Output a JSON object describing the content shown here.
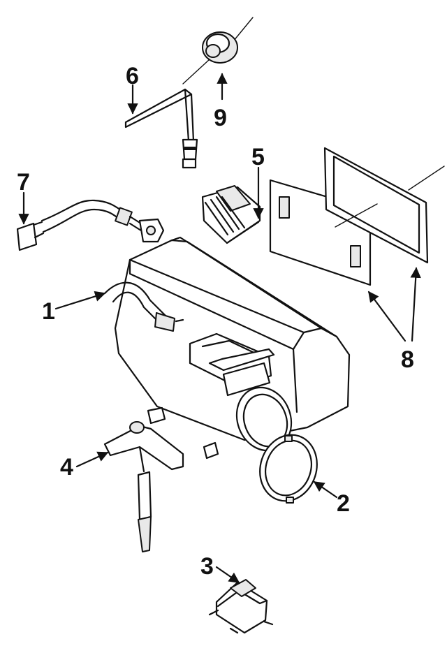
{
  "callouts": [
    {
      "id": "1",
      "text": "1"
    },
    {
      "id": "2",
      "text": "2"
    },
    {
      "id": "3",
      "text": "3"
    },
    {
      "id": "4",
      "text": "4"
    },
    {
      "id": "5",
      "text": "5"
    },
    {
      "id": "6",
      "text": "6"
    },
    {
      "id": "7",
      "text": "7"
    },
    {
      "id": "8",
      "text": "8"
    },
    {
      "id": "9",
      "text": "9"
    }
  ],
  "colors": {
    "ink": "#111111",
    "paper": "#ffffff"
  }
}
